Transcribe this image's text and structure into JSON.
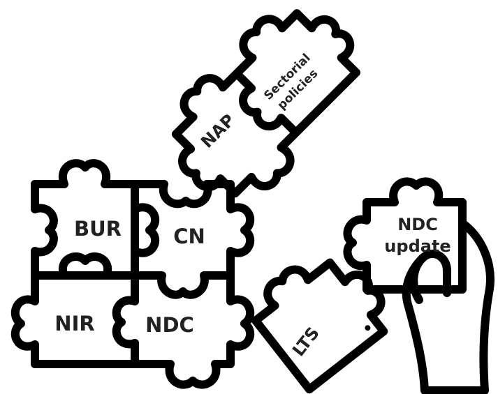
{
  "pieces": {
    "bur": "BUR",
    "cn": "CN",
    "nir": "NIR",
    "ndc": "NDC",
    "nap": "NAP",
    "sectorial_line1": "Sectorial",
    "sectorial_line2": "policies",
    "lts": "LTS",
    "ndc_update_line1": "NDC",
    "ndc_update_line2": "update"
  }
}
